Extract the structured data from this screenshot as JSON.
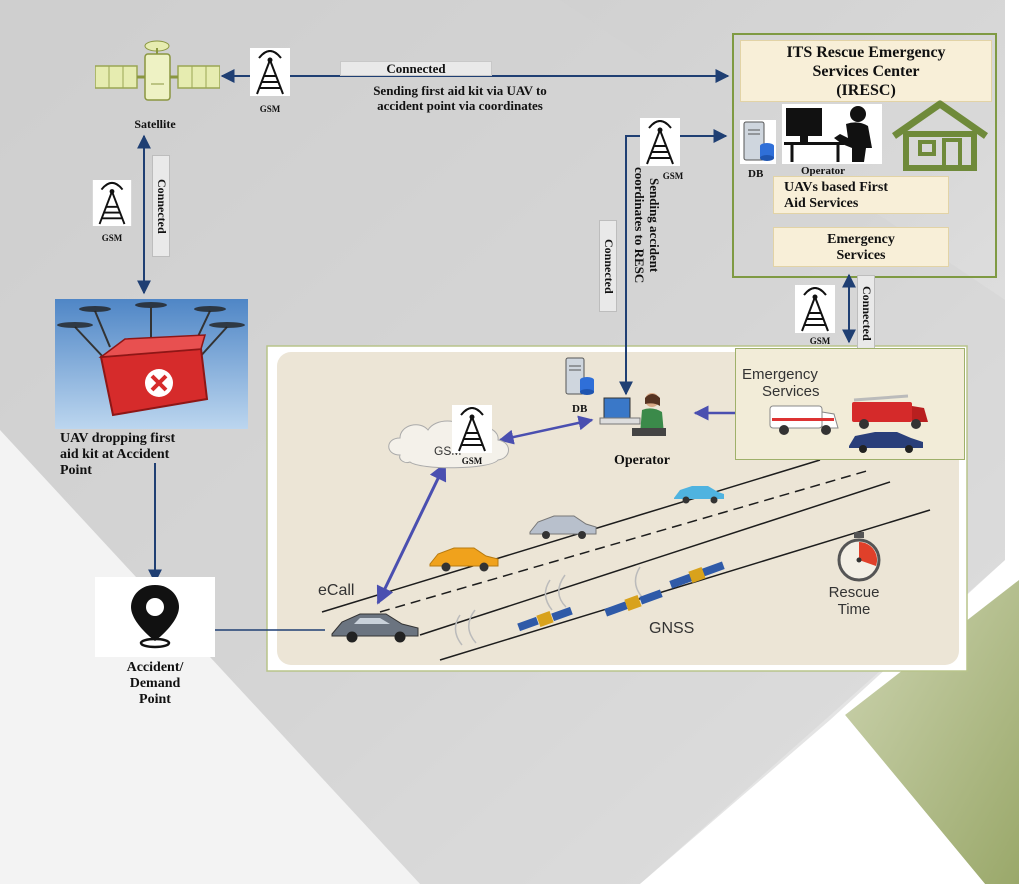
{
  "satellite": {
    "label": "Satellite"
  },
  "gsm": {
    "label": "GSM"
  },
  "top_link": {
    "connected": "Connected",
    "message_line1": "Sending first aid kit via UAV to",
    "message_line2": "accident point via coordinates"
  },
  "left_link": {
    "connected": "Connected"
  },
  "center_link": {
    "connected": "Connected",
    "message_line1": "Sending accident",
    "message_line2": "coordinates to RESC"
  },
  "right_link": {
    "connected": "Connected"
  },
  "iresc": {
    "title_line1": "ITS Rescue Emergency",
    "title_line2": "Services Center",
    "title_line3": "(IRESC)",
    "db_label": "DB",
    "operator_label": "Operator",
    "uav_services_line1": "UAVs based First",
    "uav_services_line2": "Aid Services",
    "emergency_line1": "Emergency",
    "emergency_line2": "Services"
  },
  "uav": {
    "caption_line1": "UAV dropping first",
    "caption_line2": "aid kit at Accident",
    "caption_line3": "Point"
  },
  "accident": {
    "line1": "Accident/",
    "line2": "Demand",
    "line3": "Point"
  },
  "scene": {
    "emergency_line1": "Emergency",
    "emergency_line2": "Services",
    "db_label": "DB",
    "operator_label": "Operator",
    "cloud_label": "GSM",
    "gsm_label": "GSM",
    "ecall_label": "eCall",
    "gnss_label": "GNSS",
    "rescue_line1": "Rescue",
    "rescue_line2": "Time"
  },
  "colors": {
    "arrow": "#1f3f73",
    "iresc_border": "#7f9a43",
    "cream": "#f8efd8",
    "scene_bg": "#ece5d6"
  },
  "icons": [
    "satellite-icon",
    "gsm-tower-icon",
    "database-icon",
    "operator-icon",
    "house-icon",
    "drone-icon",
    "location-pin-icon",
    "car-icon",
    "ambulance-icon",
    "fire-truck-icon",
    "police-car-icon",
    "stopwatch-icon"
  ]
}
